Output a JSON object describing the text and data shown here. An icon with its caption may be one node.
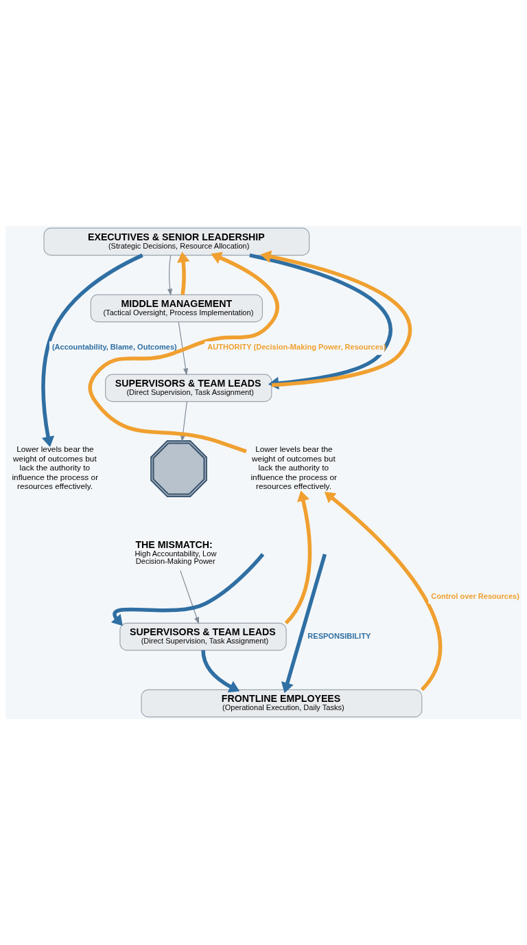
{
  "diagram": {
    "nodes": [
      {
        "text": [
          "EXECUTIVES & SENIOR LEADERSHIP",
          "(Strategic Decisions, Resource Allocation)"
        ]
      },
      {
        "text": [
          "MIDDLE MANAGEMENT",
          "(Tactical Oversight, Process Implementation)"
        ]
      },
      {
        "text": [
          "SUPERVISORS & TEAM LEADS",
          "(Direct Supervision, Task Assignment)"
        ]
      },
      {
        "text": [],
        "shape": "gear"
      },
      {
        "text": [
          "THE MISMATCH:",
          "High Accountability, Low Decision-Making Power"
        ]
      },
      {
        "text": [
          "SUPERVISORS & TEAM LEADS",
          "(Direct Supervision, Task Assignment)"
        ]
      },
      {
        "text": [
          "FRONTLINE EMPLOYEES",
          "(Operational Execution, Daily Tasks)"
        ]
      },
      {
        "text": [
          "Lower levels bear the weight of outcomes but lack the authority to influence the process or resources effectively."
        ]
      },
      {
        "text": [
          "Lower levels bear the weight of outcomes but lack the authority to influence the process or resources effectively."
        ]
      }
    ],
    "edges": [
      {
        "from": 0,
        "to": 1,
        "arrow": "to"
      },
      {
        "from": 1,
        "to": 2,
        "arrow": "to"
      },
      {
        "from": 2,
        "to": 3,
        "arrow": "to"
      },
      {
        "from": 4,
        "to": 5,
        "arrow": "to"
      },
      {
        "from": 0,
        "to": 7,
        "arrow": "to",
        "label": "(Accountability, Blame, Outcomes)",
        "color": "#2f6fa3"
      },
      {
        "from": 0,
        "to": 2,
        "arrow": "to",
        "color": "#2f6fa3"
      },
      {
        "from": null,
        "to": 6,
        "arrow": "to",
        "label": "RESPONSIBILITY",
        "color": "#2f6fa3"
      },
      {
        "from": null,
        "to": 5,
        "arrow": "to",
        "color": "#2f6fa3"
      },
      {
        "from": 5,
        "to": 6,
        "arrow": "to",
        "color": "#2f6fa3"
      },
      {
        "from": 8,
        "to": 0,
        "arrow": "to",
        "label": "AUTHORITY (Decision-Making Power, Resources)",
        "color": "#f0a030"
      },
      {
        "from": 1,
        "to": 0,
        "arrow": "to",
        "color": "#f0a030"
      },
      {
        "from": 2,
        "to": 0,
        "arrow": "to",
        "color": "#f0a030"
      },
      {
        "from": 6,
        "to": 8,
        "arrow": "to",
        "label": "Control over Resources)",
        "color": "#f0a030"
      },
      {
        "from": 5,
        "to": 8,
        "arrow": "to",
        "color": "#f0a030"
      }
    ]
  }
}
